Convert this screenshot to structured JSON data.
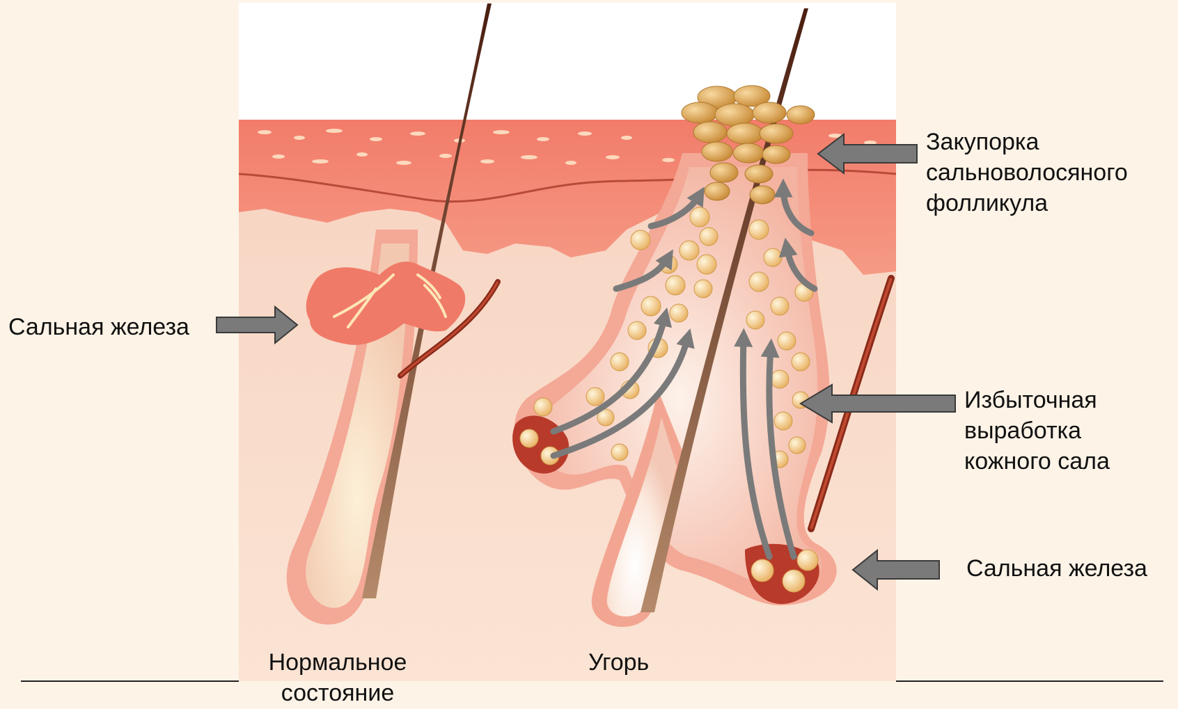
{
  "labels": {
    "left_gland": "Сальная железа",
    "blockage": "Закупорка\nсальноволосяного\nфолликула",
    "excess_sebum": "Избыточная\nвыработка\nкожного сала",
    "right_gland": "Сальная железа",
    "normal": "Нормальное\nсостояние",
    "acne": "Угорь"
  },
  "colors": {
    "background": "#fdf3e7",
    "epidermis": "#f08070",
    "dermis": "#f4c6b4",
    "sebum": "#e8b060",
    "arrow": "#7a7a7a",
    "hair": "#5a2a1a"
  }
}
